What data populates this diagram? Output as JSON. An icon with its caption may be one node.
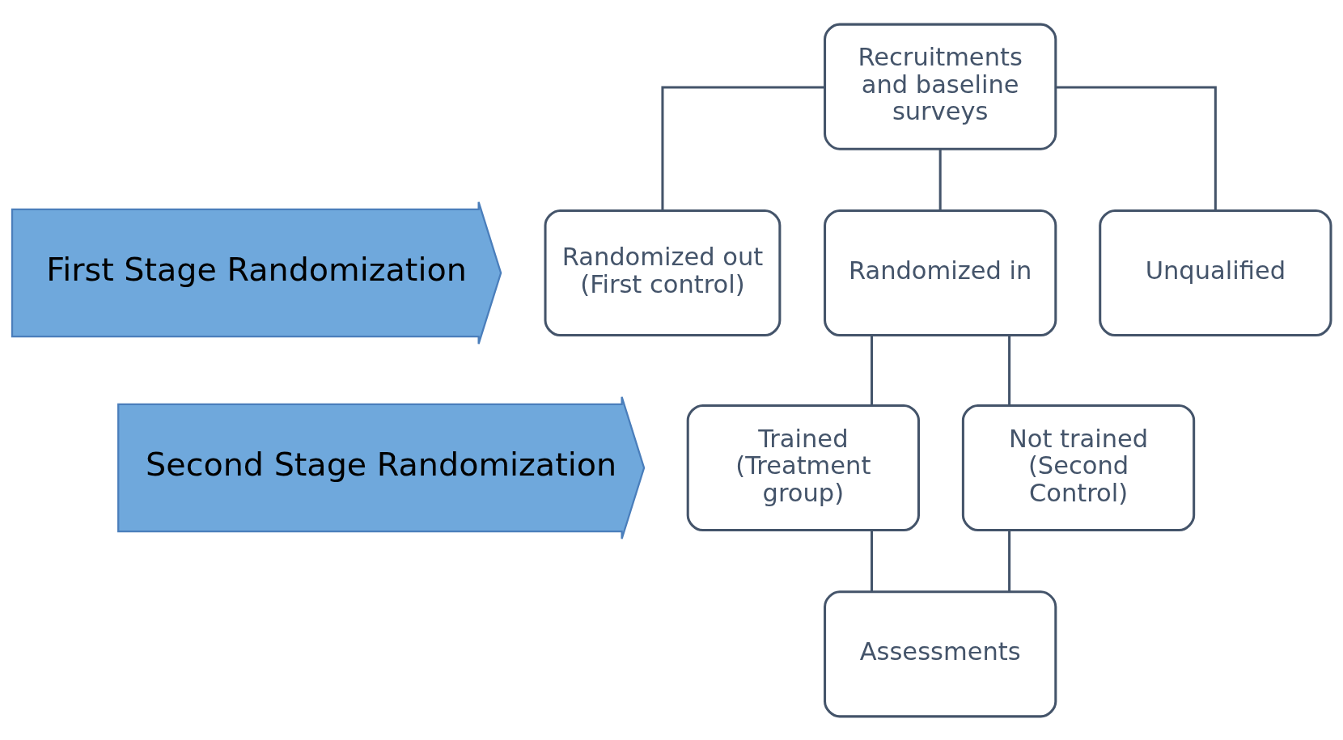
{
  "diagram": {
    "nodes": [
      {
        "text": [
          "Recruitments and baseline surveys"
        ]
      },
      {
        "text": [
          "First Stage Randomization"
        ]
      },
      {
        "text": [
          "Randomized out (First control)"
        ]
      },
      {
        "text": [
          "Randomized in"
        ]
      },
      {
        "text": [
          "Unqualified"
        ]
      },
      {
        "text": [
          "Second Stage Randomization"
        ]
      },
      {
        "text": [
          "Trained (Treatment group)"
        ]
      },
      {
        "text": [
          "Not trained (Second Control)"
        ]
      },
      {
        "text": [
          "Assessments"
        ]
      }
    ],
    "edges": [
      {
        "from": 0,
        "to": 2,
        "arrow": "none"
      },
      {
        "from": 0,
        "to": 3,
        "arrow": "none"
      },
      {
        "from": 0,
        "to": 4,
        "arrow": "none"
      },
      {
        "from": 3,
        "to": 6,
        "arrow": "none"
      },
      {
        "from": 3,
        "to": 7,
        "arrow": "none"
      },
      {
        "from": 6,
        "to": 8,
        "arrow": "none"
      },
      {
        "from": 7,
        "to": 8,
        "arrow": "none"
      }
    ]
  }
}
